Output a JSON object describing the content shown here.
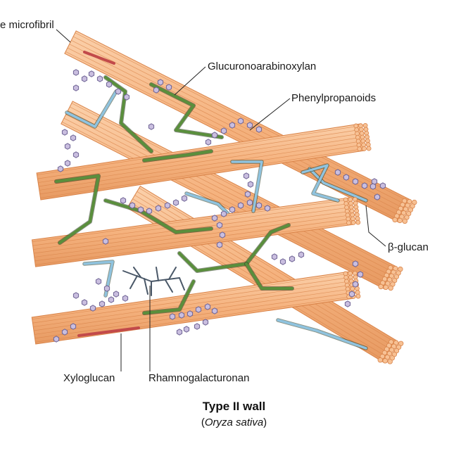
{
  "labels": {
    "microfibril": "e microfibril",
    "glucuronoarabinoxylan": "Glucuronoarabinoxylan",
    "phenylpropanoids": "Phenylpropanoids",
    "beta_glucan": "β-glucan",
    "xyloglucan": "Xyloglucan",
    "rhamnogalacturonan": "Rhamnogalacturonan"
  },
  "caption": {
    "title": "Type II wall",
    "open_paren": "(",
    "species": "Oryza sativa",
    "close_paren": ")"
  },
  "colors": {
    "microfibril_fill": "#f5b27e",
    "microfibril_stroke": "#d9844a",
    "glucuronoarabinoxylan": "#5a8f3c",
    "beta_glucan": "#8fc3df",
    "xyloglucan": "#c24a4a",
    "rhamnogalacturonan": "#4a5868",
    "phenylpropanoid_fill": "#c9bedf",
    "phenylpropanoid_stroke": "#6e6394"
  }
}
